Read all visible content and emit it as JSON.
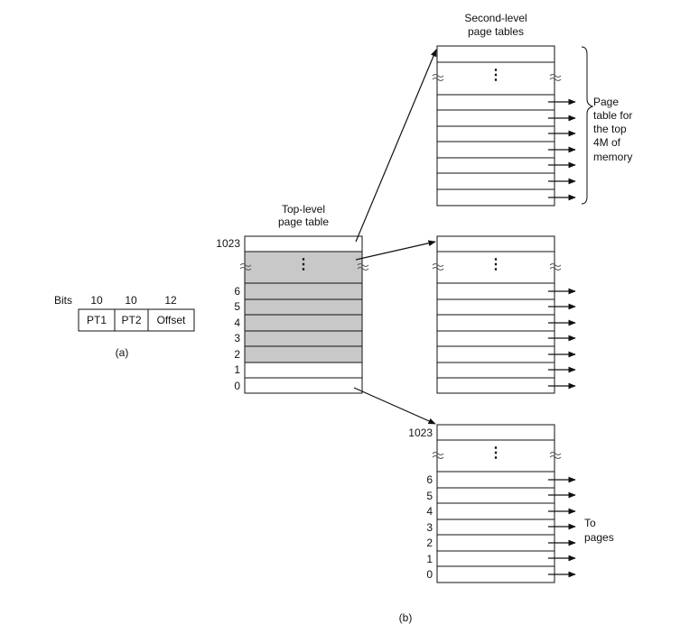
{
  "address_format": {
    "bits_label": "Bits",
    "fields": [
      {
        "bits": "10",
        "name": "PT1"
      },
      {
        "bits": "10",
        "name": "PT2"
      },
      {
        "bits": "12",
        "name": "Offset"
      }
    ],
    "caption": "(a)"
  },
  "top_level_table": {
    "title_line1": "Top-level",
    "title_line2": "page table",
    "top_index": "1023",
    "indices": [
      "6",
      "5",
      "4",
      "3",
      "2",
      "1",
      "0"
    ]
  },
  "second_level": {
    "title_line1": "Second-level",
    "title_line2": "page tables",
    "top_note": [
      "Page",
      "table for",
      "the top",
      "4M of",
      "memory"
    ],
    "bottom_table": {
      "top_index": "1023",
      "indices": [
        "6",
        "5",
        "4",
        "3",
        "2",
        "1",
        "0"
      ],
      "note": [
        "To",
        "pages"
      ]
    }
  },
  "ellipsis": "⋮",
  "caption_b": "(b)"
}
